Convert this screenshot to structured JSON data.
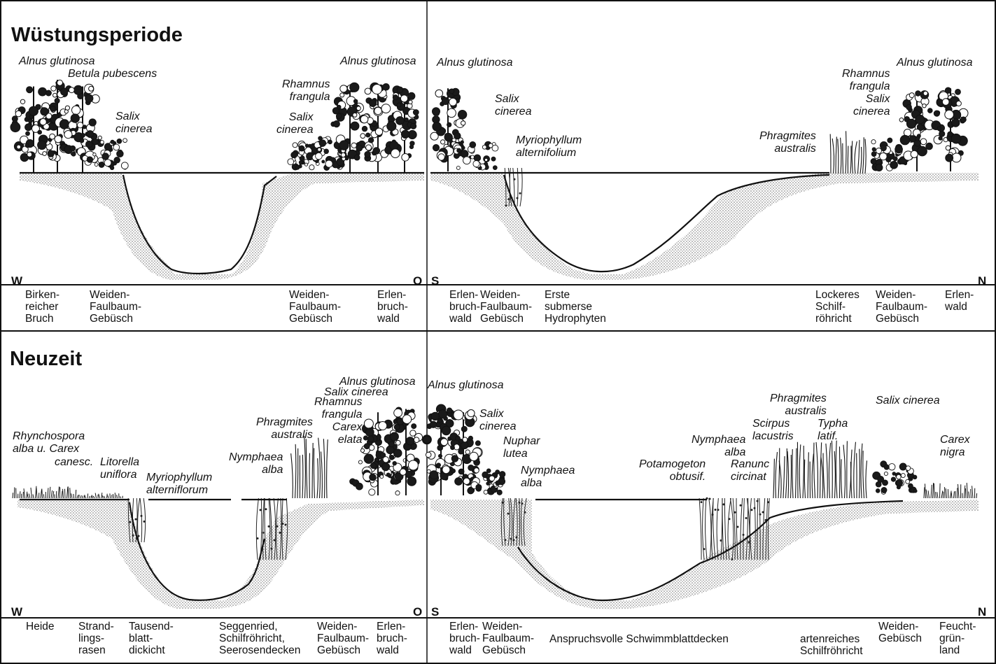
{
  "top": {
    "title": "Wüstungsperiode",
    "left": {
      "dir_w": "W",
      "dir_o": "O",
      "species": [
        "Alnus glutinosa",
        "Betula pubescens",
        "Salix\ncinerea",
        "Rhamnus\nfrangula",
        "Salix\ncinerea",
        "Alnus glutinosa"
      ],
      "zones": [
        "Birken-\nreicher\nBruch",
        "Weiden-\nFaulbaum-\nGebüsch",
        "Weiden-\nFaulbaum-\nGebüsch",
        "Erlen-\nbruch-\nwald"
      ]
    },
    "right": {
      "dir_s": "S",
      "dir_n": "N",
      "species": [
        "Alnus glutinosa",
        "Salix\ncinerea",
        "Myriophyllum\nalternifolium",
        "Phragmites\naustralis",
        "Rhamnus\nfrangula\nSalix\ncinerea",
        "Alnus glutinosa"
      ],
      "zones": [
        "Erlen-\nbruch-\nwald",
        "Weiden-\nFaulbaum-\nGebüsch",
        "Erste\nsubmerse\nHydrophyten",
        "Lockeres\nSchilf-\nröhricht",
        "Weiden-\nFaulbaum-\nGebüsch",
        "Erlen-\nwald"
      ]
    }
  },
  "bottom": {
    "title": "Neuzeit",
    "left": {
      "dir_w": "W",
      "dir_o": "O",
      "species": [
        "Rhynchospora\nalba u. Carex",
        "canesc.",
        "Litorella\nuniflora",
        "Myriophyllum\nalterniflorum",
        "Nymphaea\nalba",
        "Phragmites\naustralis",
        "Rhamnus\nfrangula\nCarex\nelata",
        "Salix cinerea",
        "Alnus glutinosa"
      ],
      "zones": [
        "Heide",
        "Strand-\nlings-\nrasen",
        "Tausend-\nblatt-\ndickicht",
        "Seggenried,\nSchilfröhricht,\nSeerosendecken",
        "Weiden-\nFaulbaum-\nGebüsch",
        "Erlen-\nbruch-\nwald"
      ]
    },
    "right": {
      "dir_s": "S",
      "dir_n": "N",
      "species": [
        "Alnus glutinosa",
        "Salix\ncinerea",
        "Nuphar\nlutea",
        "Nymphaea\nalba",
        "Potamogeton\nobtusif.",
        "Nymphaea\nalba",
        "Ranunc\ncircinat",
        "Scirpus\nlacustris",
        "Phragmites\naustralis",
        "Typha\nlatif.",
        "Salix cinerea",
        "Carex\nnigra"
      ],
      "zones": [
        "Erlen-\nbruch-\nwald",
        "Weiden-\nFaulbaum-\nGebüsch",
        "Anspruchsvolle Schwimmblattdecken",
        "artenreiches\nSchilfröhricht",
        "Weiden-\nGebüsch",
        "Feucht-\ngrün-\nland"
      ]
    }
  }
}
